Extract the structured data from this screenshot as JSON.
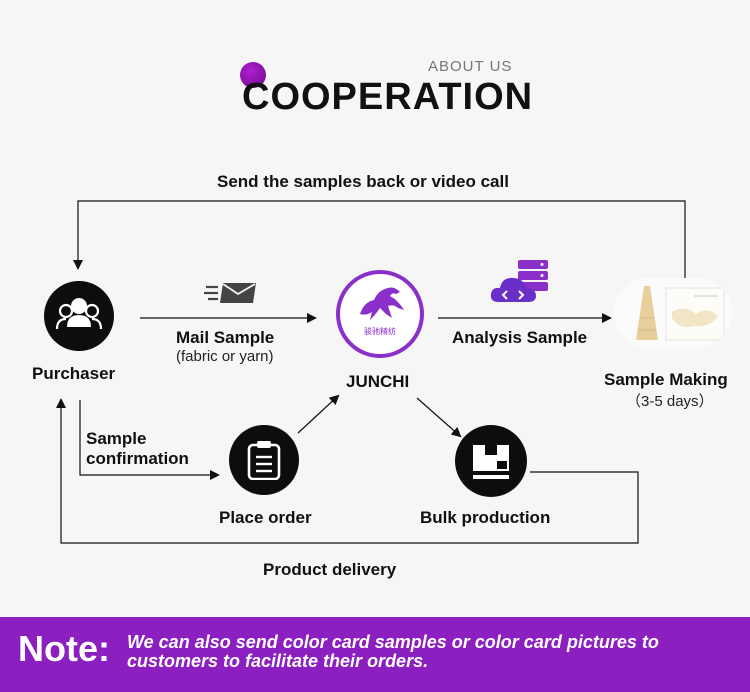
{
  "header": {
    "about": "ABOUT US",
    "title": "COOPERATION"
  },
  "flow": {
    "top_loop": "Send the samples back or video call",
    "purchaser": "Purchaser",
    "mail_sample": "Mail Sample",
    "mail_sample_note": "(fabric or yarn)",
    "junchi": "JUNCHI",
    "analysis_sample": "Analysis Sample",
    "sample_making": "Sample Making",
    "sample_making_note": "（3-5 days）",
    "sample_confirmation_1": "Sample",
    "sample_confirmation_2": "confirmation",
    "place_order": "Place order",
    "bulk_production": "Bulk production",
    "product_delivery": "Product delivery"
  },
  "logo": {
    "chinese": "骏驰精纺"
  },
  "note": {
    "label": "Note:",
    "text": "We can also send color card samples or color card pictures to customers to facilitate their orders."
  },
  "colors": {
    "accent_purple": "#8c1fbf",
    "icon_purple": "#8a2fc9",
    "circle_black": "#0d0d0d",
    "background": "#f6f6f6"
  }
}
